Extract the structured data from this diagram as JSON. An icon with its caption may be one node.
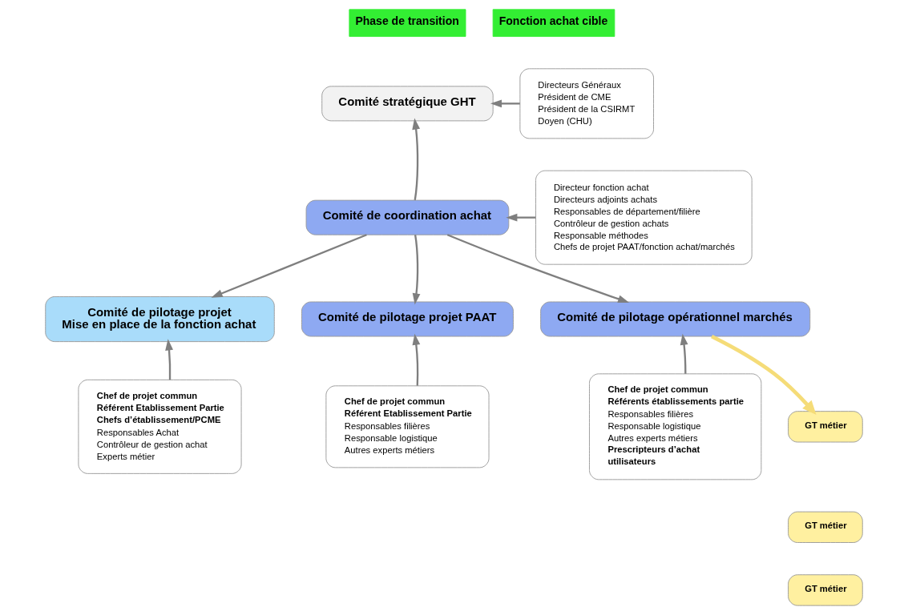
{
  "diagram": {
    "nodes": [
      {
        "text": [
          "Comité stratégique GHT"
        ]
      },
      {
        "text": [
          "Directeurs Généraux",
          "Président de CME",
          "Président de la CSIRMT",
          "Doyen (CHU)"
        ]
      },
      {
        "text": [
          "Comité de coordination achat"
        ]
      },
      {
        "text": [
          "Directeur fonction achat",
          "Directeurs adjoints achats",
          "Responsables de département/filière",
          "Contrôleur de gestion achats",
          "Responsable méthodes",
          "Chefs de projet PAAT/fonction achat/marchés"
        ]
      },
      {
        "text": [
          "Comité de pilotage projet",
          "Mise en place de la fonction achat"
        ]
      },
      {
        "text": [
          "Comité de pilotage projet PAAT"
        ]
      },
      {
        "text": [
          "Comité de pilotage opérationnel marchés"
        ]
      },
      {
        "text": [
          "**Chef de projet commun**",
          "**Référent Etablissement Partie**",
          "**Chefs d’établissement/PCME**",
          "Responsables Achat",
          "Contrôleur de gestion achat",
          "Experts métier"
        ]
      },
      {
        "text": [
          "**Chef de projet commun**",
          "**Référent Etablissement Partie**",
          "Responsables filières",
          "Responsable logistique",
          "Autres experts métiers"
        ]
      },
      {
        "text": [
          "**Chef de projet commun**",
          "**Référents établissements partie**",
          "Responsables filières",
          "Responsable logistique",
          "Autres experts métiers",
          "**Prescripteurs d’achat**",
          "**utilisateurs**"
        ]
      },
      {
        "text": [
          "GT métier"
        ]
      },
      {
        "text": [
          "GT métier"
        ]
      },
      {
        "text": [
          "GT métier"
        ]
      }
    ],
    "edges": [
      {
        "from": 2,
        "to": 0,
        "arrow": "to"
      },
      {
        "from": 1,
        "to": 0,
        "arrow": "to"
      },
      {
        "from": 3,
        "to": 2,
        "arrow": "to"
      },
      {
        "from": 2,
        "to": 4,
        "arrow": "to"
      },
      {
        "from": 2,
        "to": 5,
        "arrow": "to"
      },
      {
        "from": 2,
        "to": 6,
        "arrow": "to"
      },
      {
        "from": 7,
        "to": 4,
        "arrow": "to"
      },
      {
        "from": 8,
        "to": 5,
        "arrow": "to"
      },
      {
        "from": 9,
        "to": 6,
        "arrow": "to"
      },
      {
        "from": 6,
        "to": 10,
        "arrow": "to",
        "style": "thick",
        "color": "#f5dc78"
      }
    ],
    "labels": [
      "Phase de transition",
      "Fonction achat cible"
    ]
  }
}
